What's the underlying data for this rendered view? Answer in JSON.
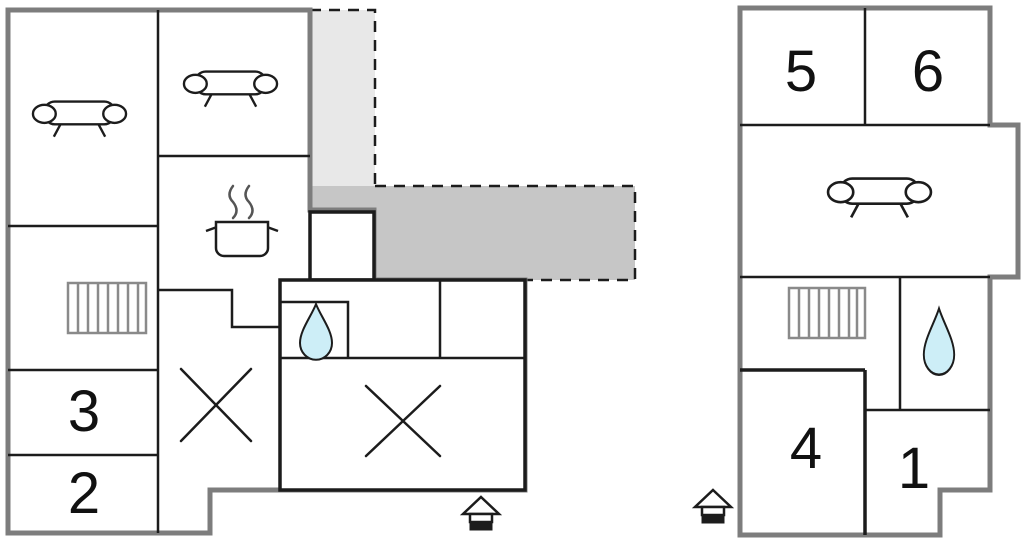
{
  "floor_plan": {
    "type": "two-unit floor plan",
    "room_labels": {
      "room_3": "3",
      "room_2": "2",
      "room_5": "5",
      "room_6": "6",
      "room_4": "4",
      "room_1": "1"
    },
    "icons": [
      "sofa-icon",
      "cooking-pot-icon",
      "stairs-icon",
      "water-drop-icon",
      "cross-mark",
      "entrance-icon"
    ],
    "colors": {
      "outer_wall": "#7d7d7d",
      "inner_wall": "#1c1c1c",
      "terrace_light": "#e8e8e8",
      "terrace_dark": "#c6c6c6",
      "water_drop_fill": "#cdeef7",
      "background": "#ffffff"
    }
  }
}
